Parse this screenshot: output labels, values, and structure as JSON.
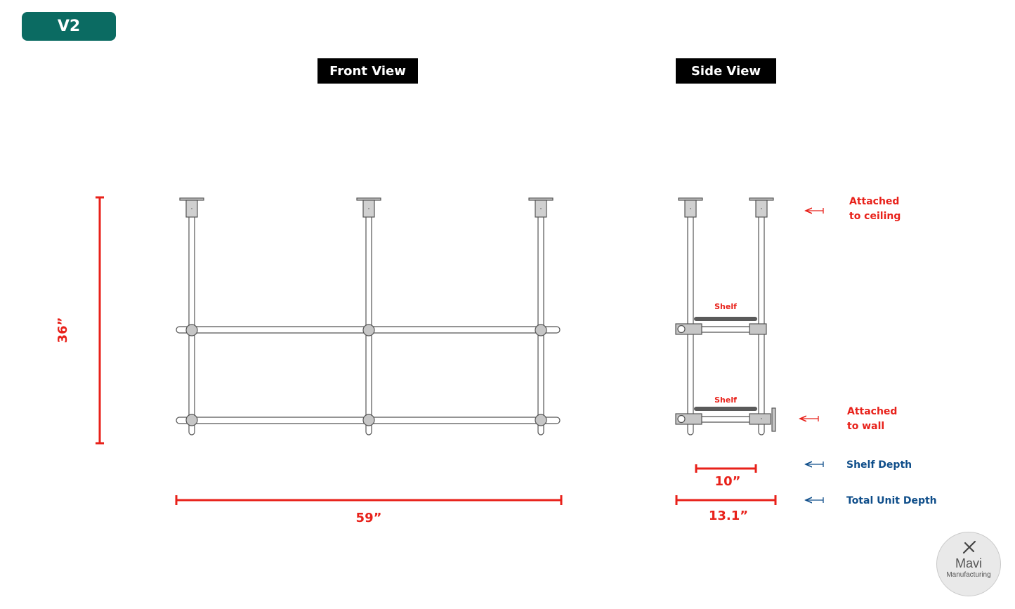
{
  "badge": "V2",
  "front_view": {
    "title": "Front View",
    "height_label": "36”",
    "width_label": "59”"
  },
  "side_view": {
    "title": "Side View",
    "shelf_label_top": "Shelf",
    "shelf_label_bottom": "Shelf",
    "shelf_depth_value": "10”",
    "total_depth_value": "13.1”"
  },
  "annotations": {
    "ceiling_line1": "Attached",
    "ceiling_line2": "to ceiling",
    "wall_line1": "Attached",
    "wall_line2": "to wall",
    "shelf_depth": "Shelf Depth",
    "total_unit_depth": "Total Unit Depth"
  },
  "logo": {
    "name": "Mavi",
    "subtitle": "Manufacturing",
    "icon": "caliper-icon"
  },
  "colors": {
    "accent": "#0b6b62",
    "dimension_red": "#e8211a",
    "label_blue": "#0f4e8a",
    "pipe_fill": "#ffffff",
    "fitting_gray": "#c6c6c6"
  }
}
